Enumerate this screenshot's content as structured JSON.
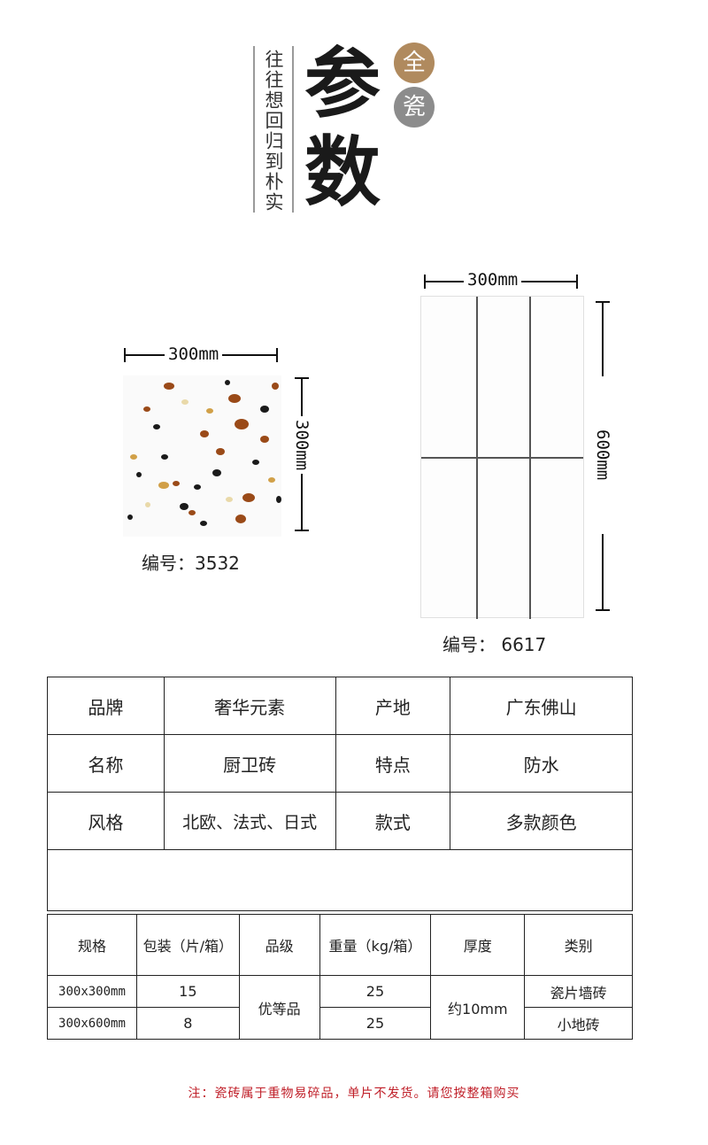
{
  "header": {
    "slogan": "往往想回归到朴实",
    "title_char_1": "参",
    "title_char_2": "数",
    "badge_1": "全",
    "badge_2": "瓷",
    "badge_1_color": "#b08a5e",
    "badge_2_color": "#8c8c8c"
  },
  "tile_small": {
    "width_label": "300mm",
    "height_label": "300mm",
    "code": "编号：3532"
  },
  "tile_large": {
    "width_label": "300mm",
    "height_label": "600mm",
    "code": "编号： 6617"
  },
  "info_table": {
    "rows": [
      [
        "品牌",
        "奢华元素",
        "产地",
        "广东佛山"
      ],
      [
        "名称",
        "厨卫砖",
        "特点",
        "防水"
      ],
      [
        "风格",
        "北欧、法式、日式",
        "款式",
        "多款颜色"
      ]
    ]
  },
  "spec_table": {
    "headers": [
      "规格",
      "包装（片/箱）",
      "品级",
      "重量（kg/箱）",
      "厚度",
      "类别"
    ],
    "rows": [
      {
        "size": "300x300mm",
        "pack": "15",
        "weight": "25",
        "category": "瓷片墙砖"
      },
      {
        "size": "300x600mm",
        "pack": "8",
        "weight": "25",
        "category": "小地砖"
      }
    ],
    "grade": "优等品",
    "thickness": "约10mm"
  },
  "note": "注：瓷砖属于重物易碎品，单片不发货。请您按整箱购买"
}
